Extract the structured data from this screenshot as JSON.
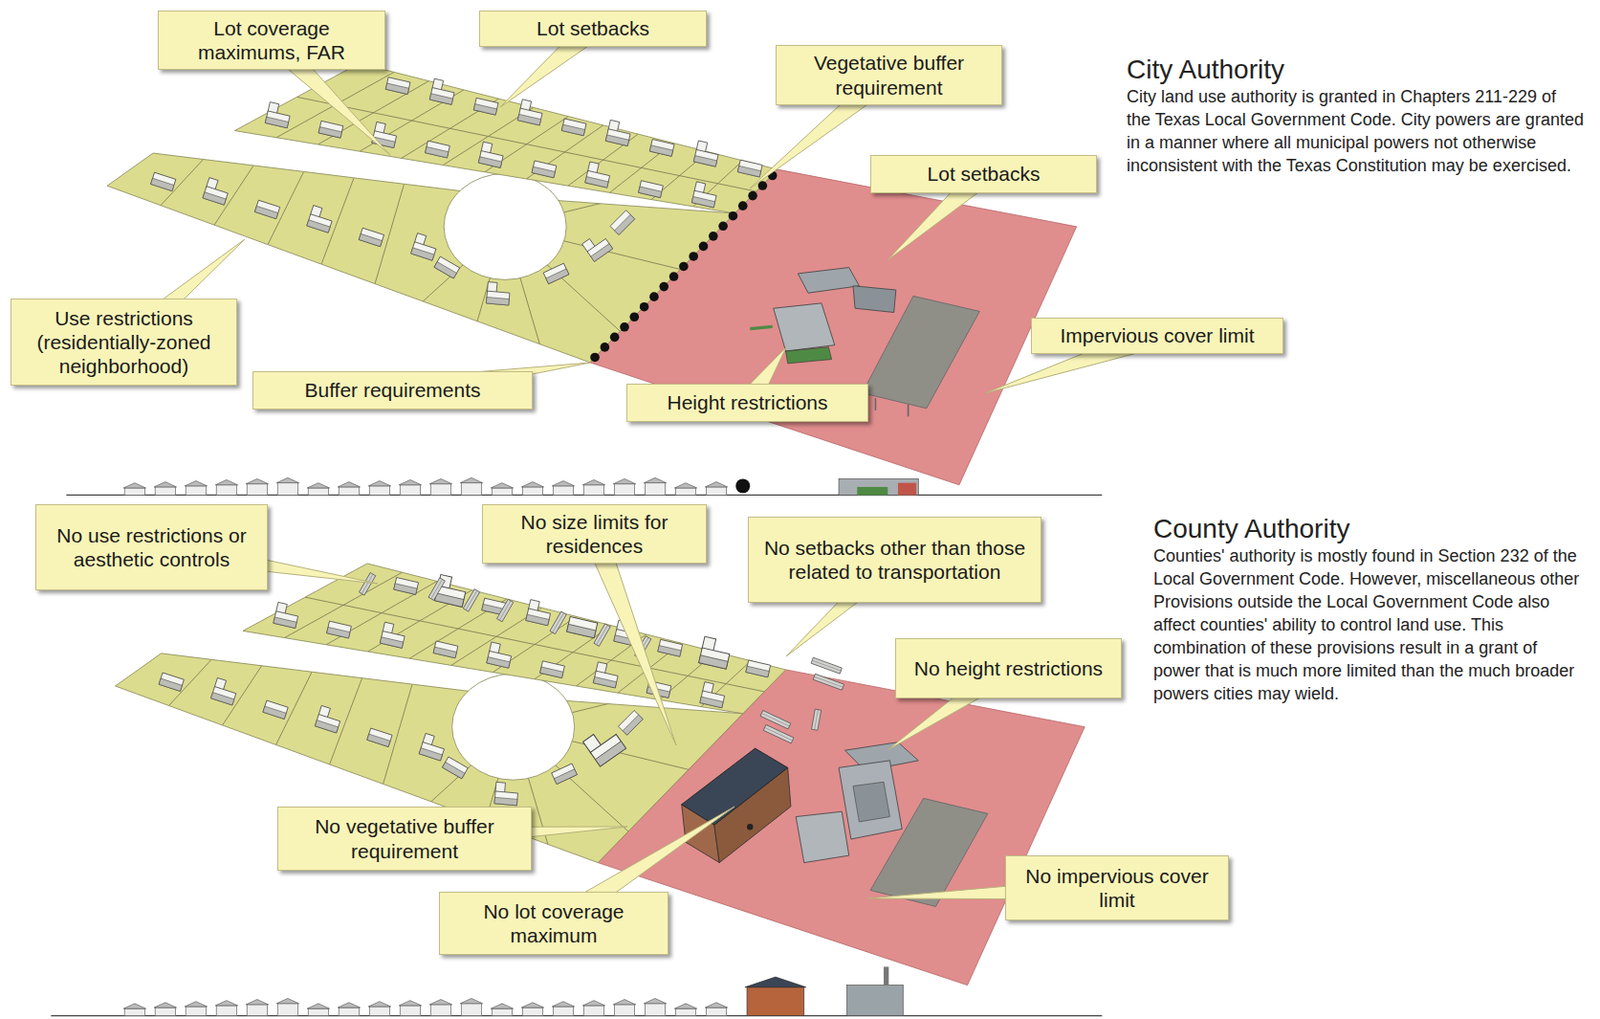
{
  "diagram": {
    "nodes": [
      {
        "text": [
          "Lot coverage maximums, FAR"
        ]
      },
      {
        "text": [
          "Lot setbacks"
        ]
      },
      {
        "text": [
          "Vegetative buffer requirement"
        ]
      },
      {
        "text": [
          "Lot setbacks"
        ]
      },
      {
        "text": [
          "Use restrictions (residentially-zoned neighborhood)"
        ]
      },
      {
        "text": [
          "Impervious cover limit"
        ]
      },
      {
        "text": [
          "Buffer requirements"
        ]
      },
      {
        "text": [
          "Height restrictions"
        ]
      },
      {
        "text": [
          "No use restrictions or aesthetic controls"
        ]
      },
      {
        "text": [
          "No size limits for residences"
        ]
      },
      {
        "text": [
          "No setbacks other than those related to transportation"
        ]
      },
      {
        "text": [
          "No height restrictions"
        ]
      },
      {
        "text": [
          "No vegetative buffer requirement"
        ]
      },
      {
        "text": [
          "No impervious cover limit"
        ]
      },
      {
        "text": [
          "No lot coverage maximum"
        ]
      }
    ],
    "labels": [
      "City Authority",
      "City land use authority is granted in Chapters 211-229 of the Texas Local Government Code. City powers are granted in a manner where all municipal powers not otherwise inconsistent with the Texas Constitution may be exercised.",
      "County Authority",
      "Counties' authority is mostly found in Section 232 of the Local Government Code. However, miscellaneous other Provisions outside the Local Government Code also affect counties' ability to control land use. This combination of these provisions result in a grant of power that is much more limited than the much broader powers cities may wield."
    ]
  }
}
